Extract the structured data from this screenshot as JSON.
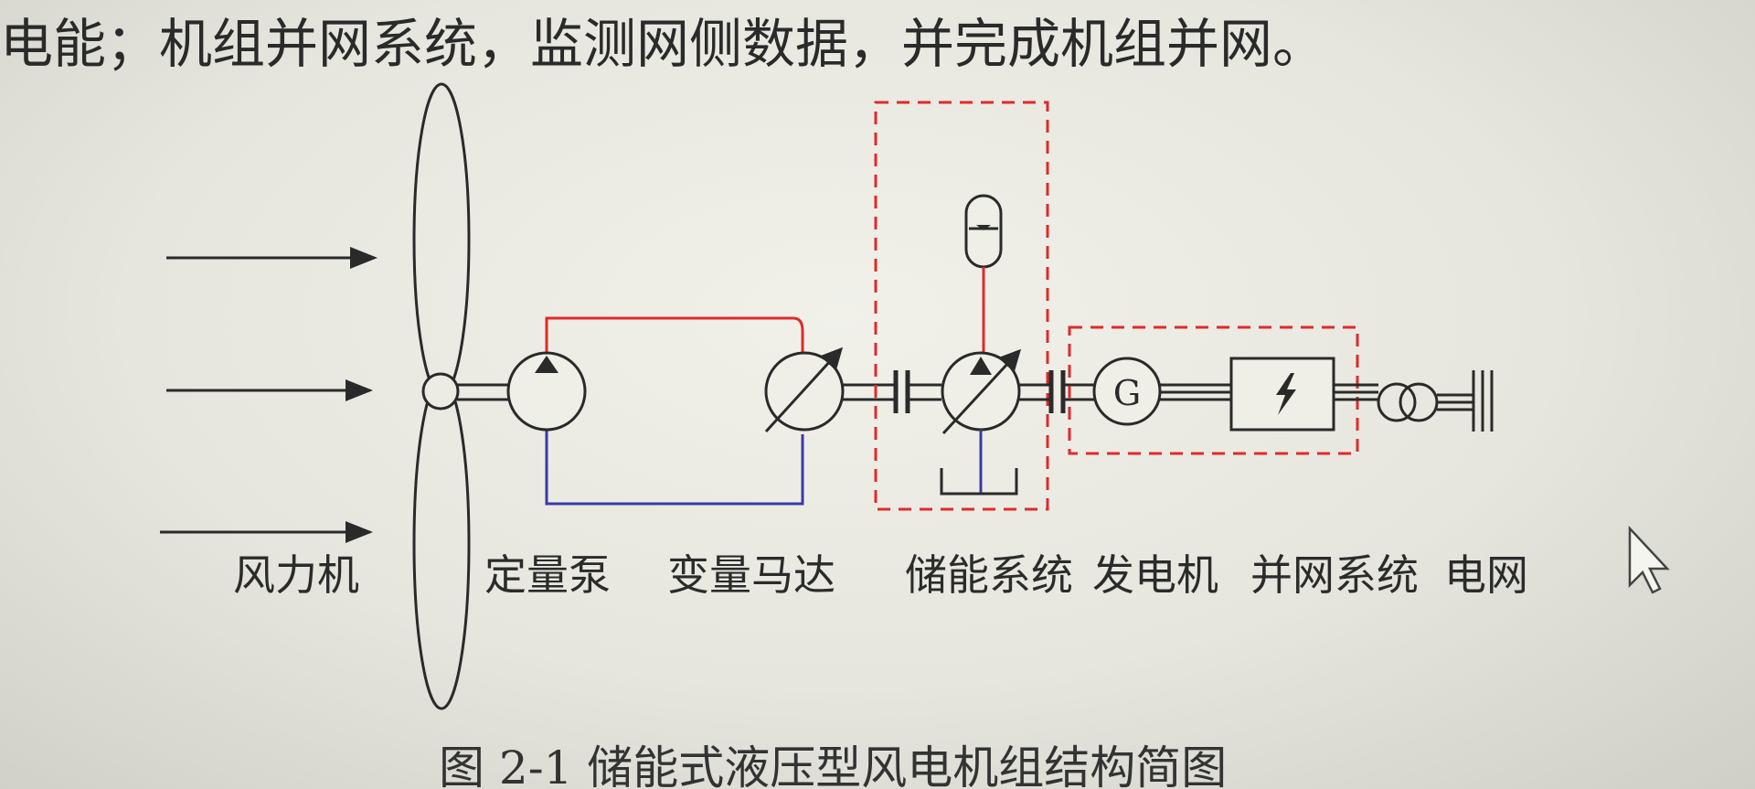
{
  "header": {
    "intro_text": "电能；机组并网系统，监测网侧数据，并完成机组并网。"
  },
  "labels": {
    "wind_turbine": "风力机",
    "fixed_pump": "定量泵",
    "variable_motor": "变量马达",
    "storage_system": "储能系统",
    "generator": "发电机",
    "grid_connection_system": "并网系统",
    "power_grid": "电网"
  },
  "generator_symbol": "G",
  "caption": "图 2-1  储能式液压型风电机组结构简图",
  "colors": {
    "line": "#2a2a2a",
    "high_pressure": "#e02a2a",
    "low_pressure": "#3a3aa8",
    "dashed_box": "#e02a2a"
  }
}
